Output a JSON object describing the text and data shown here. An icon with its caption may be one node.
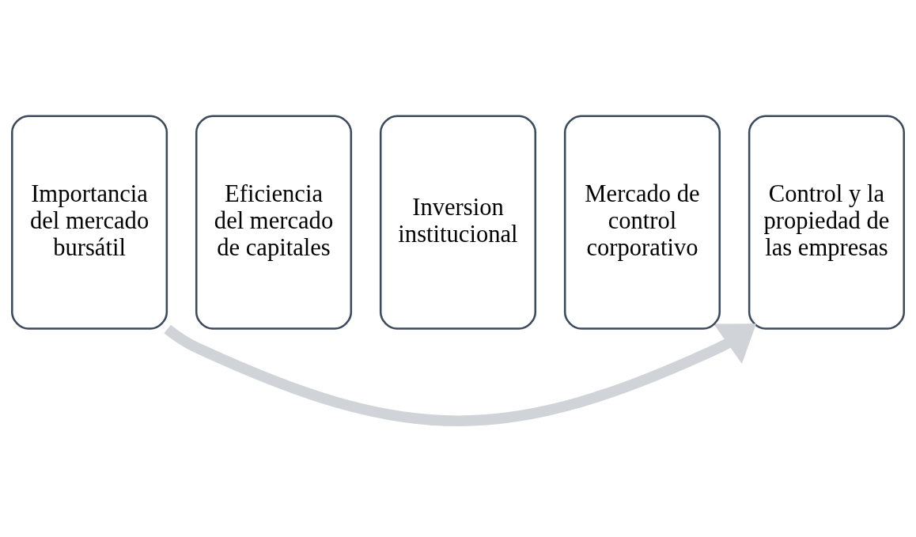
{
  "diagram": {
    "nodes": [
      {
        "text": [
          "Importancia del mercado bursátil"
        ]
      },
      {
        "text": [
          "Eficiencia del mercado de capitales"
        ]
      },
      {
        "text": [
          "Inversion institucional"
        ]
      },
      {
        "text": [
          "Mercado de control corporativo"
        ]
      },
      {
        "text": [
          "Control y la propiedad de las empresas"
        ]
      }
    ],
    "edges": [
      {
        "from": 0,
        "to": 4,
        "arrow": "to",
        "color": "#d0d3d8"
      }
    ]
  }
}
